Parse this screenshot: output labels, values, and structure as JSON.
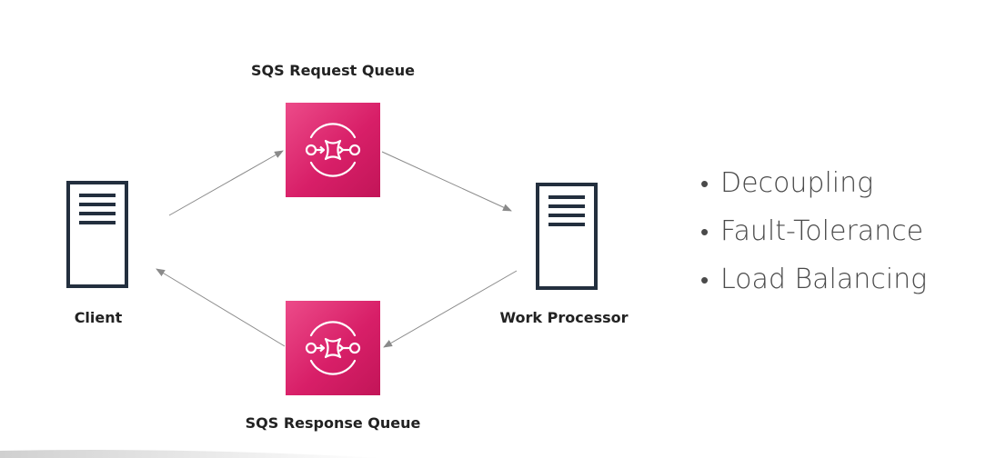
{
  "title": "",
  "nodes": {
    "request_queue_label": "SQS Request Queue",
    "response_queue_label": "SQS Response Queue",
    "client_label": "Client",
    "processor_label": "Work Processor"
  },
  "bullets": [
    "Decoupling",
    "Fault-Tolerance",
    "Load Balancing"
  ],
  "colors": {
    "queue_fill": "#d81f68",
    "server_stroke": "#232f3e",
    "arrow": "#8a8a8a",
    "text": "#4a4a4a"
  },
  "icons": {
    "queue": "sqs-queue-icon",
    "server": "server-icon"
  }
}
